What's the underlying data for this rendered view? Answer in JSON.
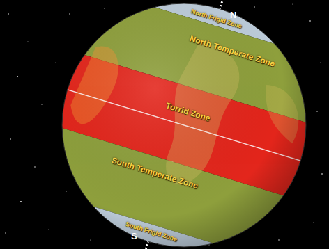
{
  "diagram": {
    "nodes": [
      {
        "text": [
          "North Frigid Zone"
        ]
      },
      {
        "text": [
          "North Temperate Zone"
        ]
      },
      {
        "text": [
          "Torrid Zone"
        ]
      },
      {
        "text": [
          "South Temperate Zone"
        ]
      },
      {
        "text": [
          "South Frigid Zone"
        ]
      }
    ],
    "labels": [
      "N",
      "S"
    ]
  }
}
